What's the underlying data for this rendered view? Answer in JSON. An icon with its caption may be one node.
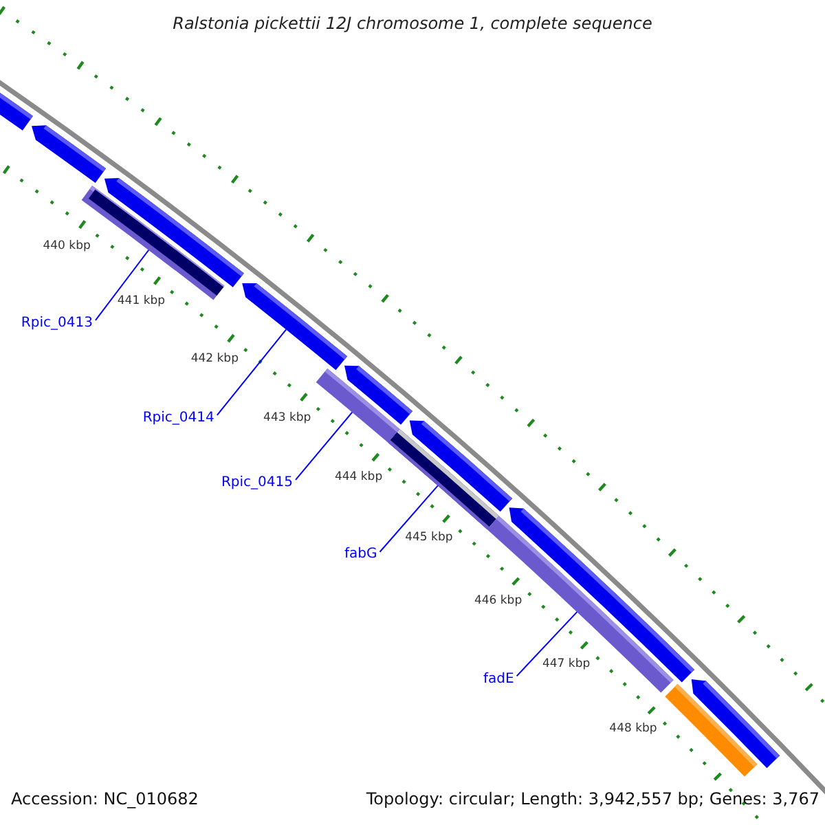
{
  "diagram": {
    "title": "Ralstonia pickettii 12J chromosome 1, complete sequence",
    "nodes": [
      {
        "text": [
          "Rpic_0413"
        ]
      },
      {
        "text": [
          "Rpic_0414"
        ]
      },
      {
        "text": [
          "Rpic_0415"
        ]
      },
      {
        "text": [
          "fabG"
        ]
      },
      {
        "text": [
          "fadE"
        ]
      },
      {
        "text": [],
        "shape": "bar"
      },
      {
        "text": [],
        "shape": "bar"
      },
      {
        "text": [],
        "shape": "bar"
      },
      {
        "text": [],
        "shape": "bar"
      },
      {
        "text": [],
        "shape": "bar"
      },
      {
        "text": [],
        "shape": "bar"
      },
      {
        "text": [],
        "shape": "bar"
      },
      {
        "text": [],
        "shape": "bar"
      },
      {
        "text": [],
        "shape": "bar"
      },
      {
        "text": [],
        "shape": "bar"
      },
      {
        "text": [],
        "shape": "bar"
      },
      {
        "text": [],
        "shape": "bar"
      },
      {
        "text": [],
        "shape": "bar"
      }
    ],
    "edges": [
      {
        "from": 0,
        "to": 7,
        "arrow": "none"
      },
      {
        "from": 1,
        "to": 9,
        "arrow": "none"
      },
      {
        "from": 2,
        "to": 10,
        "arrow": "none"
      },
      {
        "from": 3,
        "to": 12,
        "arrow": "none"
      },
      {
        "from": 4,
        "to": 14,
        "arrow": "none"
      }
    ],
    "labels": [
      "440 kbp",
      "441 kbp",
      "442 kbp",
      "443 kbp",
      "444 kbp",
      "445 kbp",
      "446 kbp",
      "447 kbp",
      "448 kbp",
      "Accession: NC_010682",
      "Topology: circular; Length: 3,942,557 bp; Genes: 3,767"
    ]
  }
}
